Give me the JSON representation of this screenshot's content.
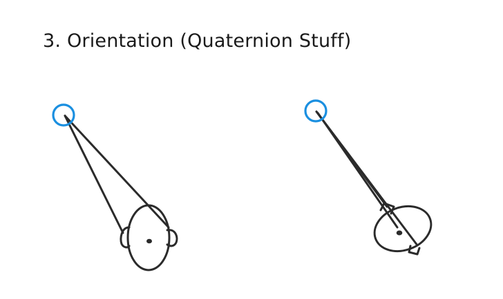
{
  "slide": {
    "title": "3. Orientation (Quaternion Stuff)"
  },
  "colors": {
    "background": "#ffffff",
    "joint_marker": "#1a8fe0",
    "ink": "#2b2b2b",
    "text": "#1a1a1a"
  },
  "figures": [
    {
      "name": "head-front-view",
      "joint_icon": "circle-icon"
    },
    {
      "name": "head-tilted-view",
      "joint_icon": "circle-icon"
    }
  ]
}
